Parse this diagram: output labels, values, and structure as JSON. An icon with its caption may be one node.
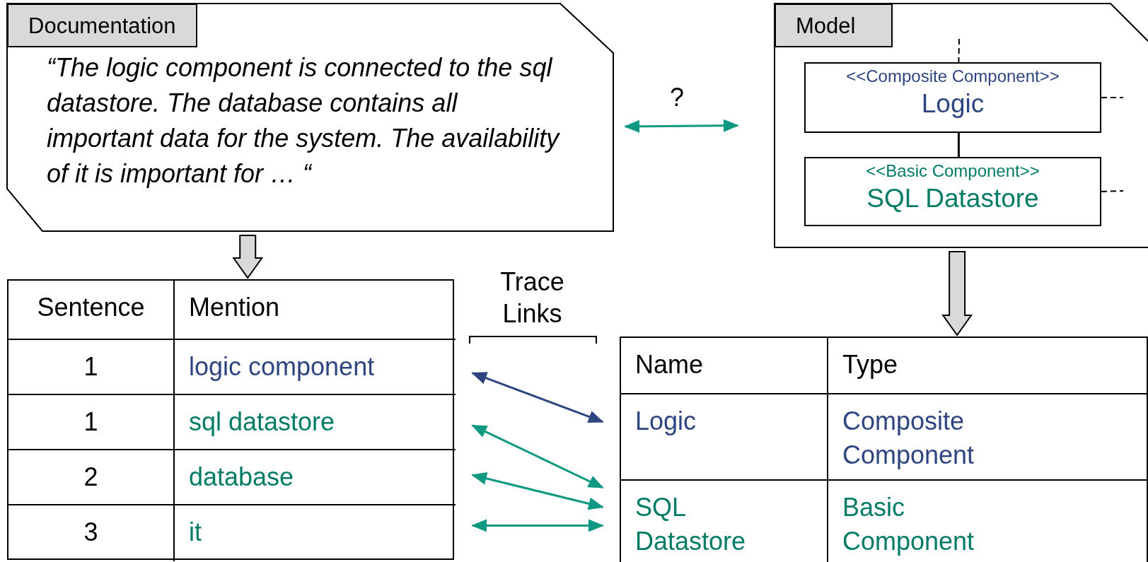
{
  "diagram": {
    "nodes": [
      {
        "text": [
          "Documentation",
          "“The logic component is connected to the sql datastore. The database contains all important data for the system. The availability of it is important for … “"
        ]
      },
      {
        "text": [
          "Model"
        ]
      },
      {
        "text": [
          "<<Composite Component>>",
          "Logic"
        ],
        "in": 1
      },
      {
        "text": [
          "<<Basic Component>>",
          "SQL Datastore"
        ],
        "in": 1
      },
      {
        "text": [],
        "shape": "box"
      },
      {
        "text": [
          "Sentence",
          "Mention"
        ],
        "in": 4
      },
      {
        "text": [
          "1",
          "logic component"
        ],
        "in": 4
      },
      {
        "text": [
          "1",
          "sql datastore"
        ],
        "in": 4
      },
      {
        "text": [
          "2",
          "database"
        ],
        "in": 4
      },
      {
        "text": [
          "3",
          "it"
        ],
        "in": 4
      },
      {
        "text": [],
        "shape": "box"
      },
      {
        "text": [
          "Name",
          "Type"
        ],
        "in": 10
      },
      {
        "text": [
          "Logic",
          "Composite Component"
        ],
        "in": 10
      },
      {
        "text": [
          "SQL Datastore",
          "Basic Component"
        ],
        "in": 10
      }
    ],
    "edges": [
      {
        "from": 0,
        "to": 1,
        "arrow": "both",
        "label": "?",
        "color": "#0f9882"
      },
      {
        "from": 2,
        "to": 3,
        "arrow": "none",
        "color": "#000000"
      },
      {
        "from": null,
        "to": 2,
        "arrow": "none",
        "style": "dashed",
        "color": "#000000"
      },
      {
        "from": 2,
        "to": null,
        "arrow": "none",
        "style": "dashed",
        "color": "#000000"
      },
      {
        "from": 3,
        "to": null,
        "arrow": "none",
        "style": "dashed",
        "color": "#000000"
      },
      {
        "from": 0,
        "to": 4,
        "arrow": "to",
        "style": "thick",
        "color": "#000000"
      },
      {
        "from": 1,
        "to": 10,
        "arrow": "to",
        "style": "thick",
        "color": "#000000"
      },
      {
        "from": 6,
        "to": 12,
        "arrow": "both",
        "color": "#2f4581"
      },
      {
        "from": 7,
        "to": 13,
        "arrow": "both",
        "color": "#0f9882"
      },
      {
        "from": 8,
        "to": 13,
        "arrow": "both",
        "color": "#0f9882"
      },
      {
        "from": 9,
        "to": 13,
        "arrow": "both",
        "color": "#0f9882"
      }
    ],
    "labels": [
      "Trace Links"
    ]
  }
}
